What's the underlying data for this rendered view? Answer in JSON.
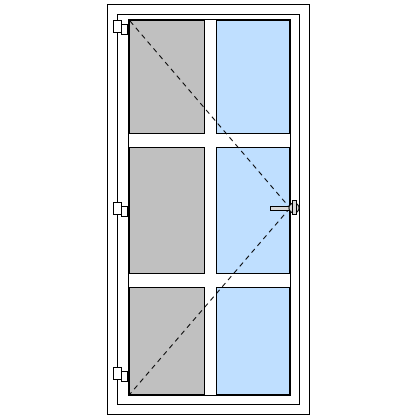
{
  "drawing": {
    "subject": "single-leaf-door-with-6-lites",
    "opening_side": "left-hinged",
    "hinge_count": 3,
    "handle_side": "right",
    "grid": {
      "columns": 2,
      "rows": 3
    },
    "panes": [
      {
        "column": 1,
        "row": 1,
        "fill": "opaque"
      },
      {
        "column": 2,
        "row": 1,
        "fill": "glass"
      },
      {
        "column": 1,
        "row": 2,
        "fill": "opaque"
      },
      {
        "column": 2,
        "row": 2,
        "fill": "glass"
      },
      {
        "column": 1,
        "row": 3,
        "fill": "opaque"
      },
      {
        "column": 2,
        "row": 3,
        "fill": "glass"
      }
    ],
    "colors": {
      "frame_fill": "#ffffff",
      "stroke": "#000000",
      "opaque": "#c0c0c0",
      "glass": "#bfdfff",
      "hardware": "#d8d8d8"
    }
  }
}
